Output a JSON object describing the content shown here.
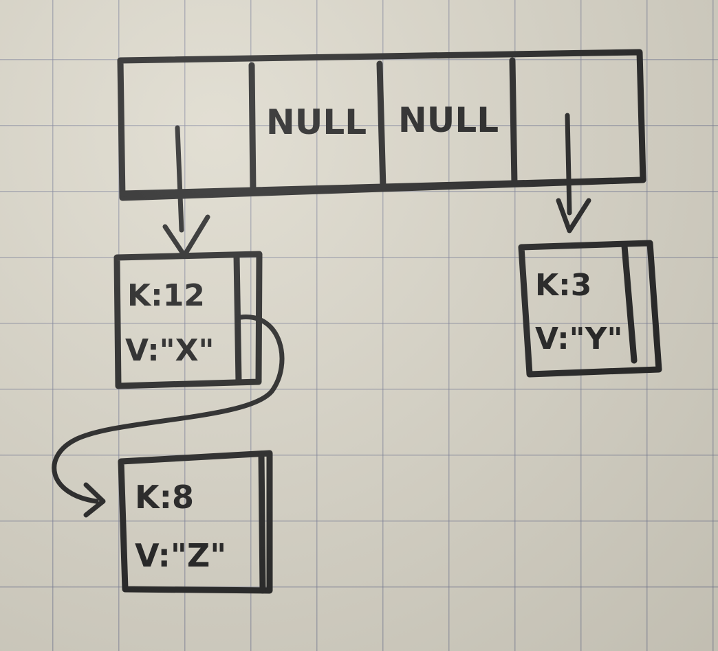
{
  "hash_table": {
    "slots": [
      {
        "label": ""
      },
      {
        "label": "NULL"
      },
      {
        "label": "NULL"
      },
      {
        "label": ""
      }
    ]
  },
  "nodes": [
    {
      "key": "K:12",
      "value": "V:\"X\""
    },
    {
      "key": "K:8",
      "value": "V:\"Z\""
    },
    {
      "key": "K:3",
      "value": "V:\"Y\""
    }
  ]
}
